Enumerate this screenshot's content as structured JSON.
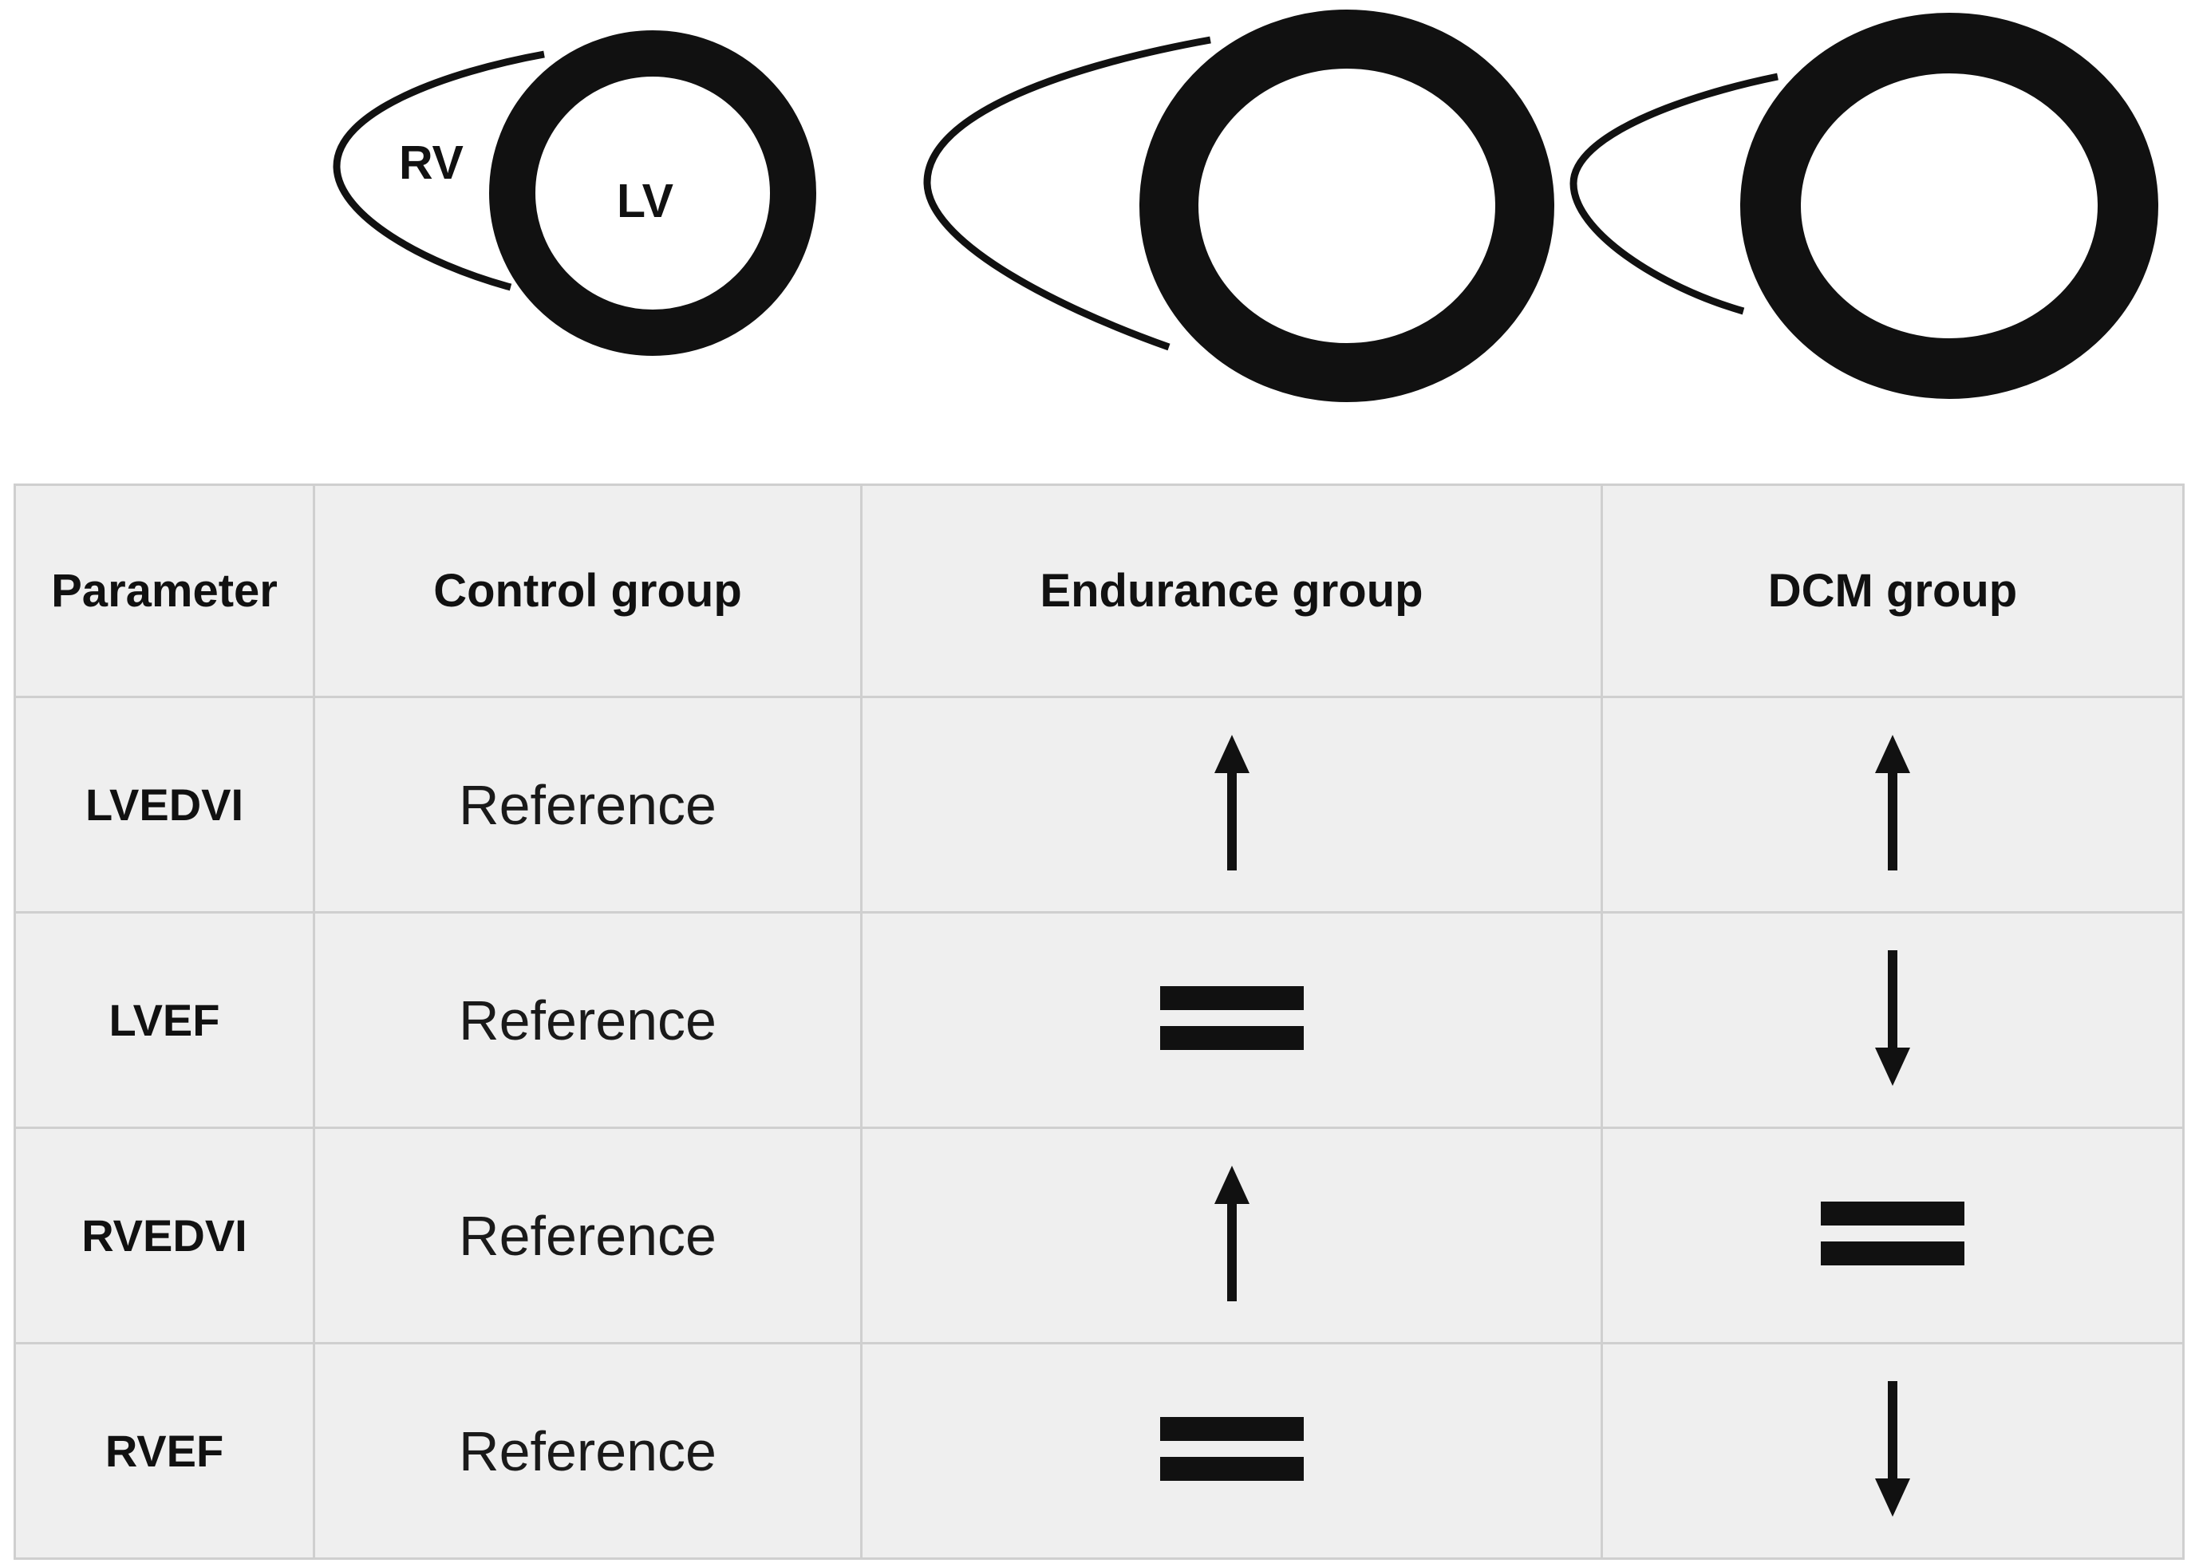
{
  "diagram": {
    "labels": {
      "rv": "RV",
      "lv": "LV"
    }
  },
  "table": {
    "headers": [
      "Parameter",
      "Control group",
      "Endurance group",
      "DCM group"
    ],
    "rows": [
      {
        "parameter": "LVEDVI",
        "control": "Reference",
        "endurance": "increased",
        "dcm": "increased"
      },
      {
        "parameter": "LVEF",
        "control": "Reference",
        "endurance": "unchanged",
        "dcm": "decreased"
      },
      {
        "parameter": "RVEDVI",
        "control": "Reference",
        "endurance": "increased",
        "dcm": "unchanged"
      },
      {
        "parameter": "RVEF",
        "control": "Reference",
        "endurance": "unchanged",
        "dcm": "decreased"
      }
    ]
  },
  "icons": {
    "increased": "arrow-up-icon",
    "decreased": "arrow-down-icon",
    "unchanged": "equals-icon"
  },
  "colors": {
    "ink": "#111111",
    "cell_bg": "#efefef",
    "grid_line": "#cfcfcf"
  }
}
